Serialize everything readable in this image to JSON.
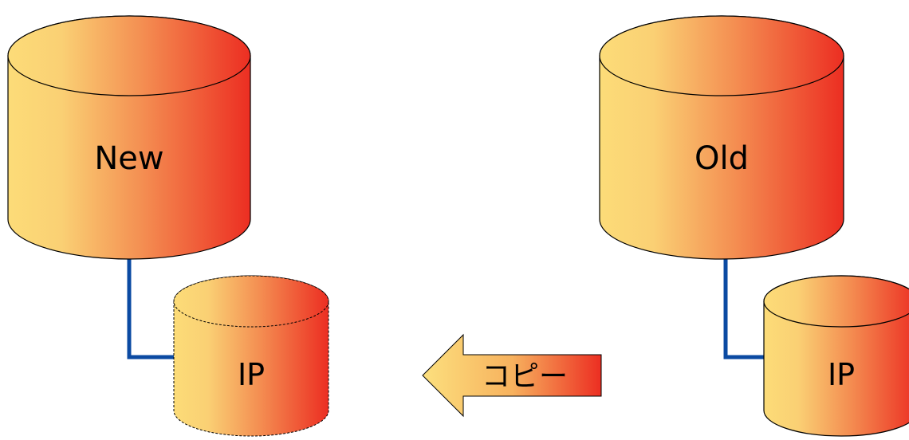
{
  "nodes": {
    "new_db": {
      "label": "New"
    },
    "old_db": {
      "label": "Old"
    },
    "new_ip": {
      "label": "IP",
      "style": "dashed"
    },
    "old_ip": {
      "label": "IP",
      "style": "solid"
    }
  },
  "copy_arrow": {
    "label": "コピー",
    "direction": "left"
  },
  "colors": {
    "gradient_start": "#FCDC78",
    "gradient_mid": "#F5A55A",
    "gradient_end": "#EC2E22",
    "outline": "#000000",
    "connector": "#0B4AA2"
  }
}
